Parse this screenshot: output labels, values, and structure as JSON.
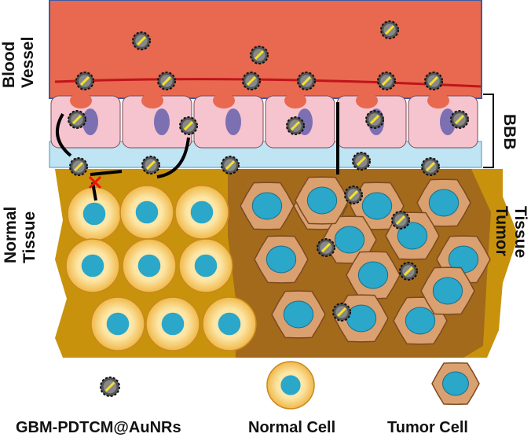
{
  "labels": {
    "blood_vessel_line1": "Blood",
    "blood_vessel_line2": "Vessel",
    "bbb": "BBB",
    "normal_tissue_line1": "Normal",
    "normal_tissue_line2": "Tissue",
    "tumor_tissue_line1": "Tumor",
    "tumor_tissue_line2": "Tissue"
  },
  "legend": {
    "nanoparticle": "GBM-PDTCM@AuNRs",
    "normal_cell": "Normal Cell",
    "tumor_cell": "Tumor Cell"
  },
  "colors": {
    "vessel": "#e8694f",
    "endothelial": "#f6c4cf",
    "basement": "#bfe4f4",
    "tissue": "#c8920c",
    "tumor_region": "#a36a1c",
    "normal_cell": "#f9d98a",
    "tumor_cell": "#dba070",
    "nucleus": "#2aa7c9",
    "gold_rod": "#f2e22a"
  }
}
